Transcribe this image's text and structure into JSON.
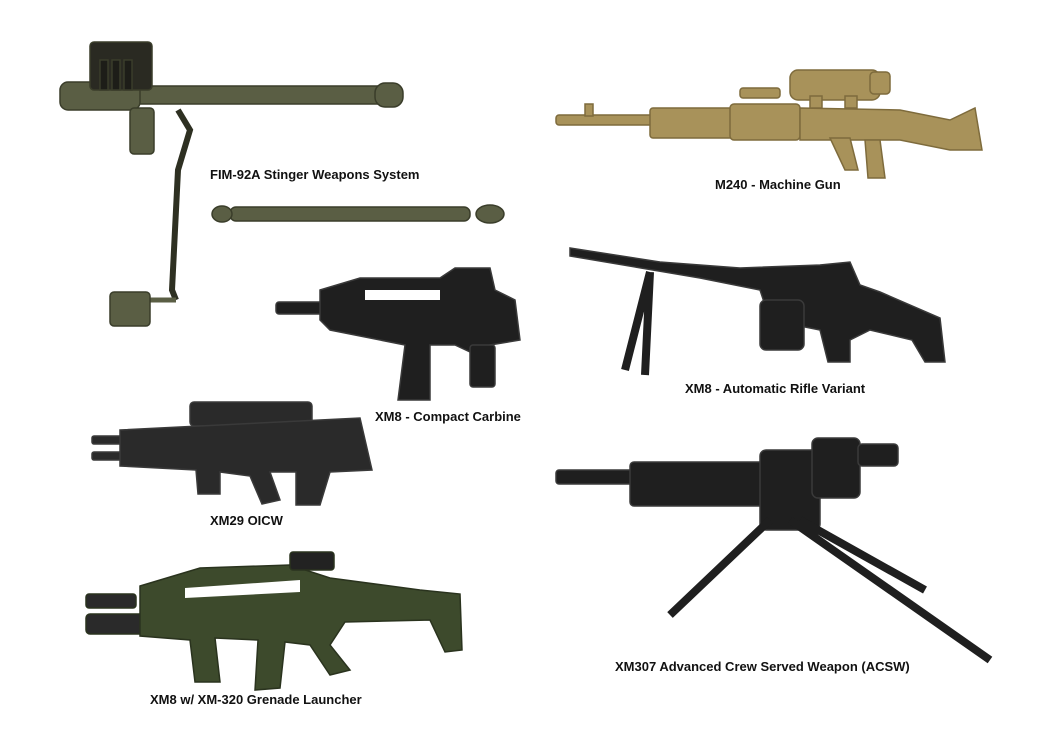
{
  "colors": {
    "background": "#ffffff",
    "olive_drab": "#5a5e44",
    "olive_dark": "#3a3d2a",
    "tan": "#a8925a",
    "tan_dark": "#7e6b3c",
    "black_plastic": "#1f1f1f",
    "black_highlight": "#3a3a3a",
    "green": "#3d4a2c",
    "green_dark": "#2a331e",
    "label_text": "#111111"
  },
  "weapons": [
    {
      "id": "stinger",
      "label": "FIM-92A Stinger Weapons System",
      "icon": "stinger-launcher-icon"
    },
    {
      "id": "m240",
      "label": "M240 - Machine Gun",
      "icon": "machine-gun-icon"
    },
    {
      "id": "xm8-compact",
      "label": "XM8 - Compact Carbine",
      "icon": "carbine-icon"
    },
    {
      "id": "xm8-ar",
      "label": "XM8 - Automatic Rifle Variant",
      "icon": "automatic-rifle-icon"
    },
    {
      "id": "xm29",
      "label": "XM29 OICW",
      "icon": "oicw-rifle-icon"
    },
    {
      "id": "xm307",
      "label": "XM307 Advanced Crew Served Weapon (ACSW)",
      "icon": "tripod-gun-icon"
    },
    {
      "id": "xm8-gl",
      "label": "XM8 w/ XM-320 Grenade Launcher",
      "icon": "grenade-launcher-rifle-icon"
    }
  ]
}
